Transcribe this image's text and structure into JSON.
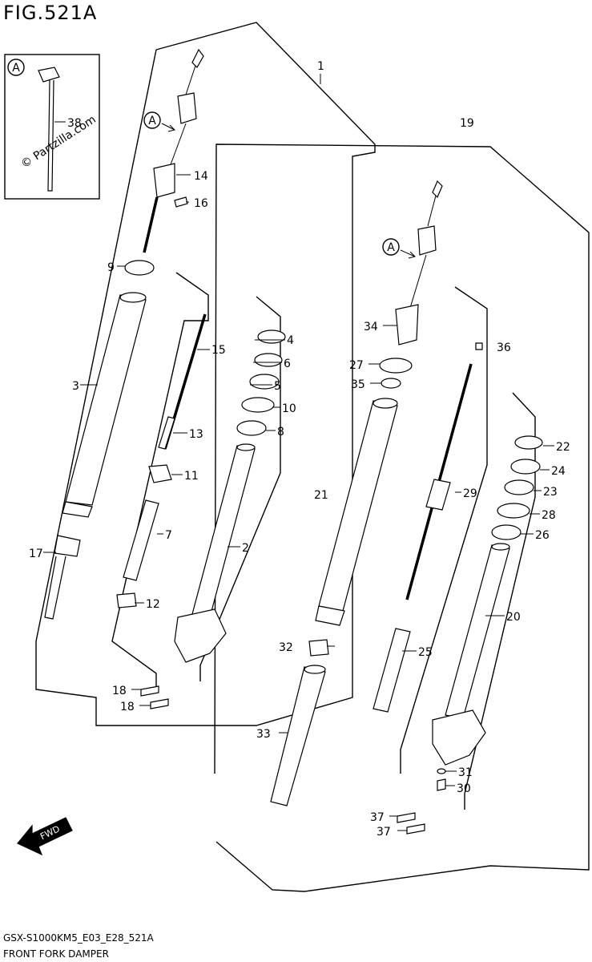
{
  "figure": {
    "title": "FIG.521A",
    "inset_letter": "A",
    "watermark": "© Partzilla.com",
    "code": "GSX-S1000KM5_E03_E28_521A",
    "caption": "FRONT FORK DAMPER"
  },
  "callouts": [
    {
      "id": "c1",
      "text": "1"
    },
    {
      "id": "c19",
      "text": "19"
    },
    {
      "id": "c38",
      "text": "38"
    },
    {
      "id": "c14",
      "text": "14"
    },
    {
      "id": "c16",
      "text": "16"
    },
    {
      "id": "c9",
      "text": "9"
    },
    {
      "id": "c15",
      "text": "15"
    },
    {
      "id": "c4",
      "text": "4"
    },
    {
      "id": "c6",
      "text": "6"
    },
    {
      "id": "c5",
      "text": "5"
    },
    {
      "id": "c10",
      "text": "10"
    },
    {
      "id": "c8",
      "text": "8"
    },
    {
      "id": "c3",
      "text": "3"
    },
    {
      "id": "c13",
      "text": "13"
    },
    {
      "id": "c11",
      "text": "11"
    },
    {
      "id": "c7",
      "text": "7"
    },
    {
      "id": "c2",
      "text": "2"
    },
    {
      "id": "c17",
      "text": "17"
    },
    {
      "id": "c12",
      "text": "12"
    },
    {
      "id": "c18a",
      "text": "18"
    },
    {
      "id": "c18b",
      "text": "18"
    },
    {
      "id": "c34",
      "text": "34"
    },
    {
      "id": "c36",
      "text": "36"
    },
    {
      "id": "c27",
      "text": "27"
    },
    {
      "id": "c35",
      "text": "35"
    },
    {
      "id": "c22",
      "text": "22"
    },
    {
      "id": "c24",
      "text": "24"
    },
    {
      "id": "c23",
      "text": "23"
    },
    {
      "id": "c28",
      "text": "28"
    },
    {
      "id": "c26",
      "text": "26"
    },
    {
      "id": "c21",
      "text": "21"
    },
    {
      "id": "c29",
      "text": "29"
    },
    {
      "id": "c20",
      "text": "20"
    },
    {
      "id": "c32",
      "text": "32"
    },
    {
      "id": "c25",
      "text": "25"
    },
    {
      "id": "c33",
      "text": "33"
    },
    {
      "id": "c31",
      "text": "31"
    },
    {
      "id": "c30",
      "text": "30"
    },
    {
      "id": "c37a",
      "text": "37"
    },
    {
      "id": "c37b",
      "text": "37"
    },
    {
      "id": "cA1",
      "text": "A"
    },
    {
      "id": "cA2",
      "text": "A"
    }
  ],
  "fwd_label": "FWD"
}
